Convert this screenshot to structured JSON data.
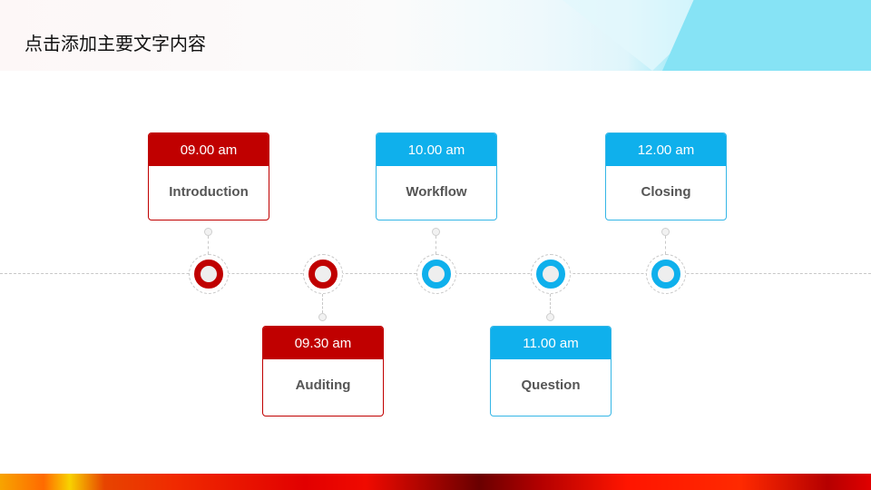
{
  "slide": {
    "title": "点击添加主要文字内容"
  },
  "colors": {
    "red": "#c00000",
    "blue": "#0fb0ec",
    "text": "#555555"
  },
  "timeline": {
    "events": [
      {
        "time": "09.00 am",
        "label": "Introduction",
        "color": "red",
        "position": "above"
      },
      {
        "time": "09.30 am",
        "label": "Auditing",
        "color": "red",
        "position": "below"
      },
      {
        "time": "10.00 am",
        "label": "Workflow",
        "color": "blue",
        "position": "above"
      },
      {
        "time": "11.00 am",
        "label": "Question",
        "color": "blue",
        "position": "below"
      },
      {
        "time": "12.00 am",
        "label": "Closing",
        "color": "blue",
        "position": "above"
      }
    ]
  }
}
